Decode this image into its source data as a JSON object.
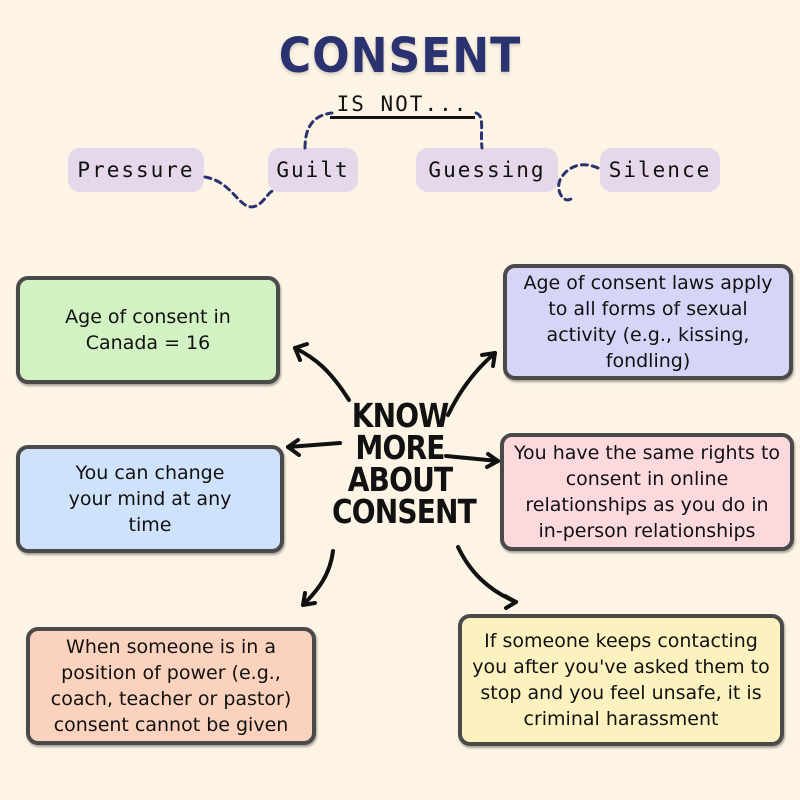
{
  "header": {
    "title": "CONSENT",
    "subtitle": "IS NOT..."
  },
  "is_not_items": [
    {
      "label": "Pressure"
    },
    {
      "label": "Guilt"
    },
    {
      "label": "Guessing"
    },
    {
      "label": "Silence"
    }
  ],
  "center": {
    "line1": "KNOW",
    "line2": "MORE",
    "line3": "ABOUT",
    "line4": "CONSENT"
  },
  "facts": [
    {
      "text": "Age of consent in Canada = 16",
      "color": "#d2f2c4"
    },
    {
      "text": "Age of consent laws apply to all forms of sexual activity (e.g., kissing, fondling)",
      "color": "#d6d5f7"
    },
    {
      "text": "You can change your mind at any time",
      "color": "#cfe2fb"
    },
    {
      "text": "You have the same rights to consent in online relationships as you do in in-person relationships",
      "color": "#fcd9dd"
    },
    {
      "text": "When someone is in a position of power (e.g., coach, teacher or pastor) consent cannot be given",
      "color": "#fbd2bd"
    },
    {
      "text": "If someone keeps contacting you after you've asked them to stop and you feel unsafe, it is criminal harassment",
      "color": "#fbf2c0"
    }
  ],
  "colors": {
    "background": "#fdf4e5",
    "title": "#2a3270",
    "pill": "#e4d8ea",
    "dotted_line": "#2a3270"
  }
}
